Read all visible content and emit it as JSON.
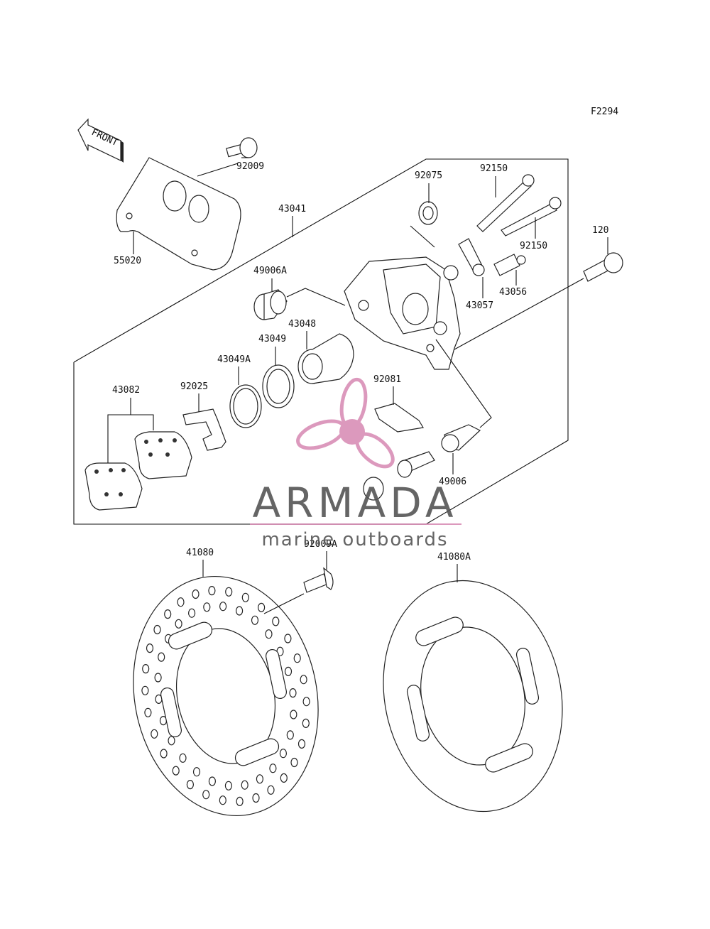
{
  "figure_code": "F2294",
  "front_marker": "FRONT",
  "labels": {
    "p92009": "92009",
    "p55020": "55020",
    "p43041": "43041",
    "p92075": "92075",
    "p92150a": "92150",
    "p92150b": "92150",
    "p120": "120",
    "p49006a": "49006A",
    "p43048": "43048",
    "p43049": "43049",
    "p43049a": "43049A",
    "p43056": "43056",
    "p43057": "43057",
    "p43082": "43082",
    "p92025": "92025",
    "p92081": "92081",
    "p49006": "49006",
    "p41080": "41080",
    "p92009a": "92009A",
    "p41080a": "41080A"
  },
  "watermark": {
    "brand": "ARMADA",
    "tagline": "marine outboards",
    "accent_color": "#d98fb6",
    "text_color": "#555555"
  }
}
